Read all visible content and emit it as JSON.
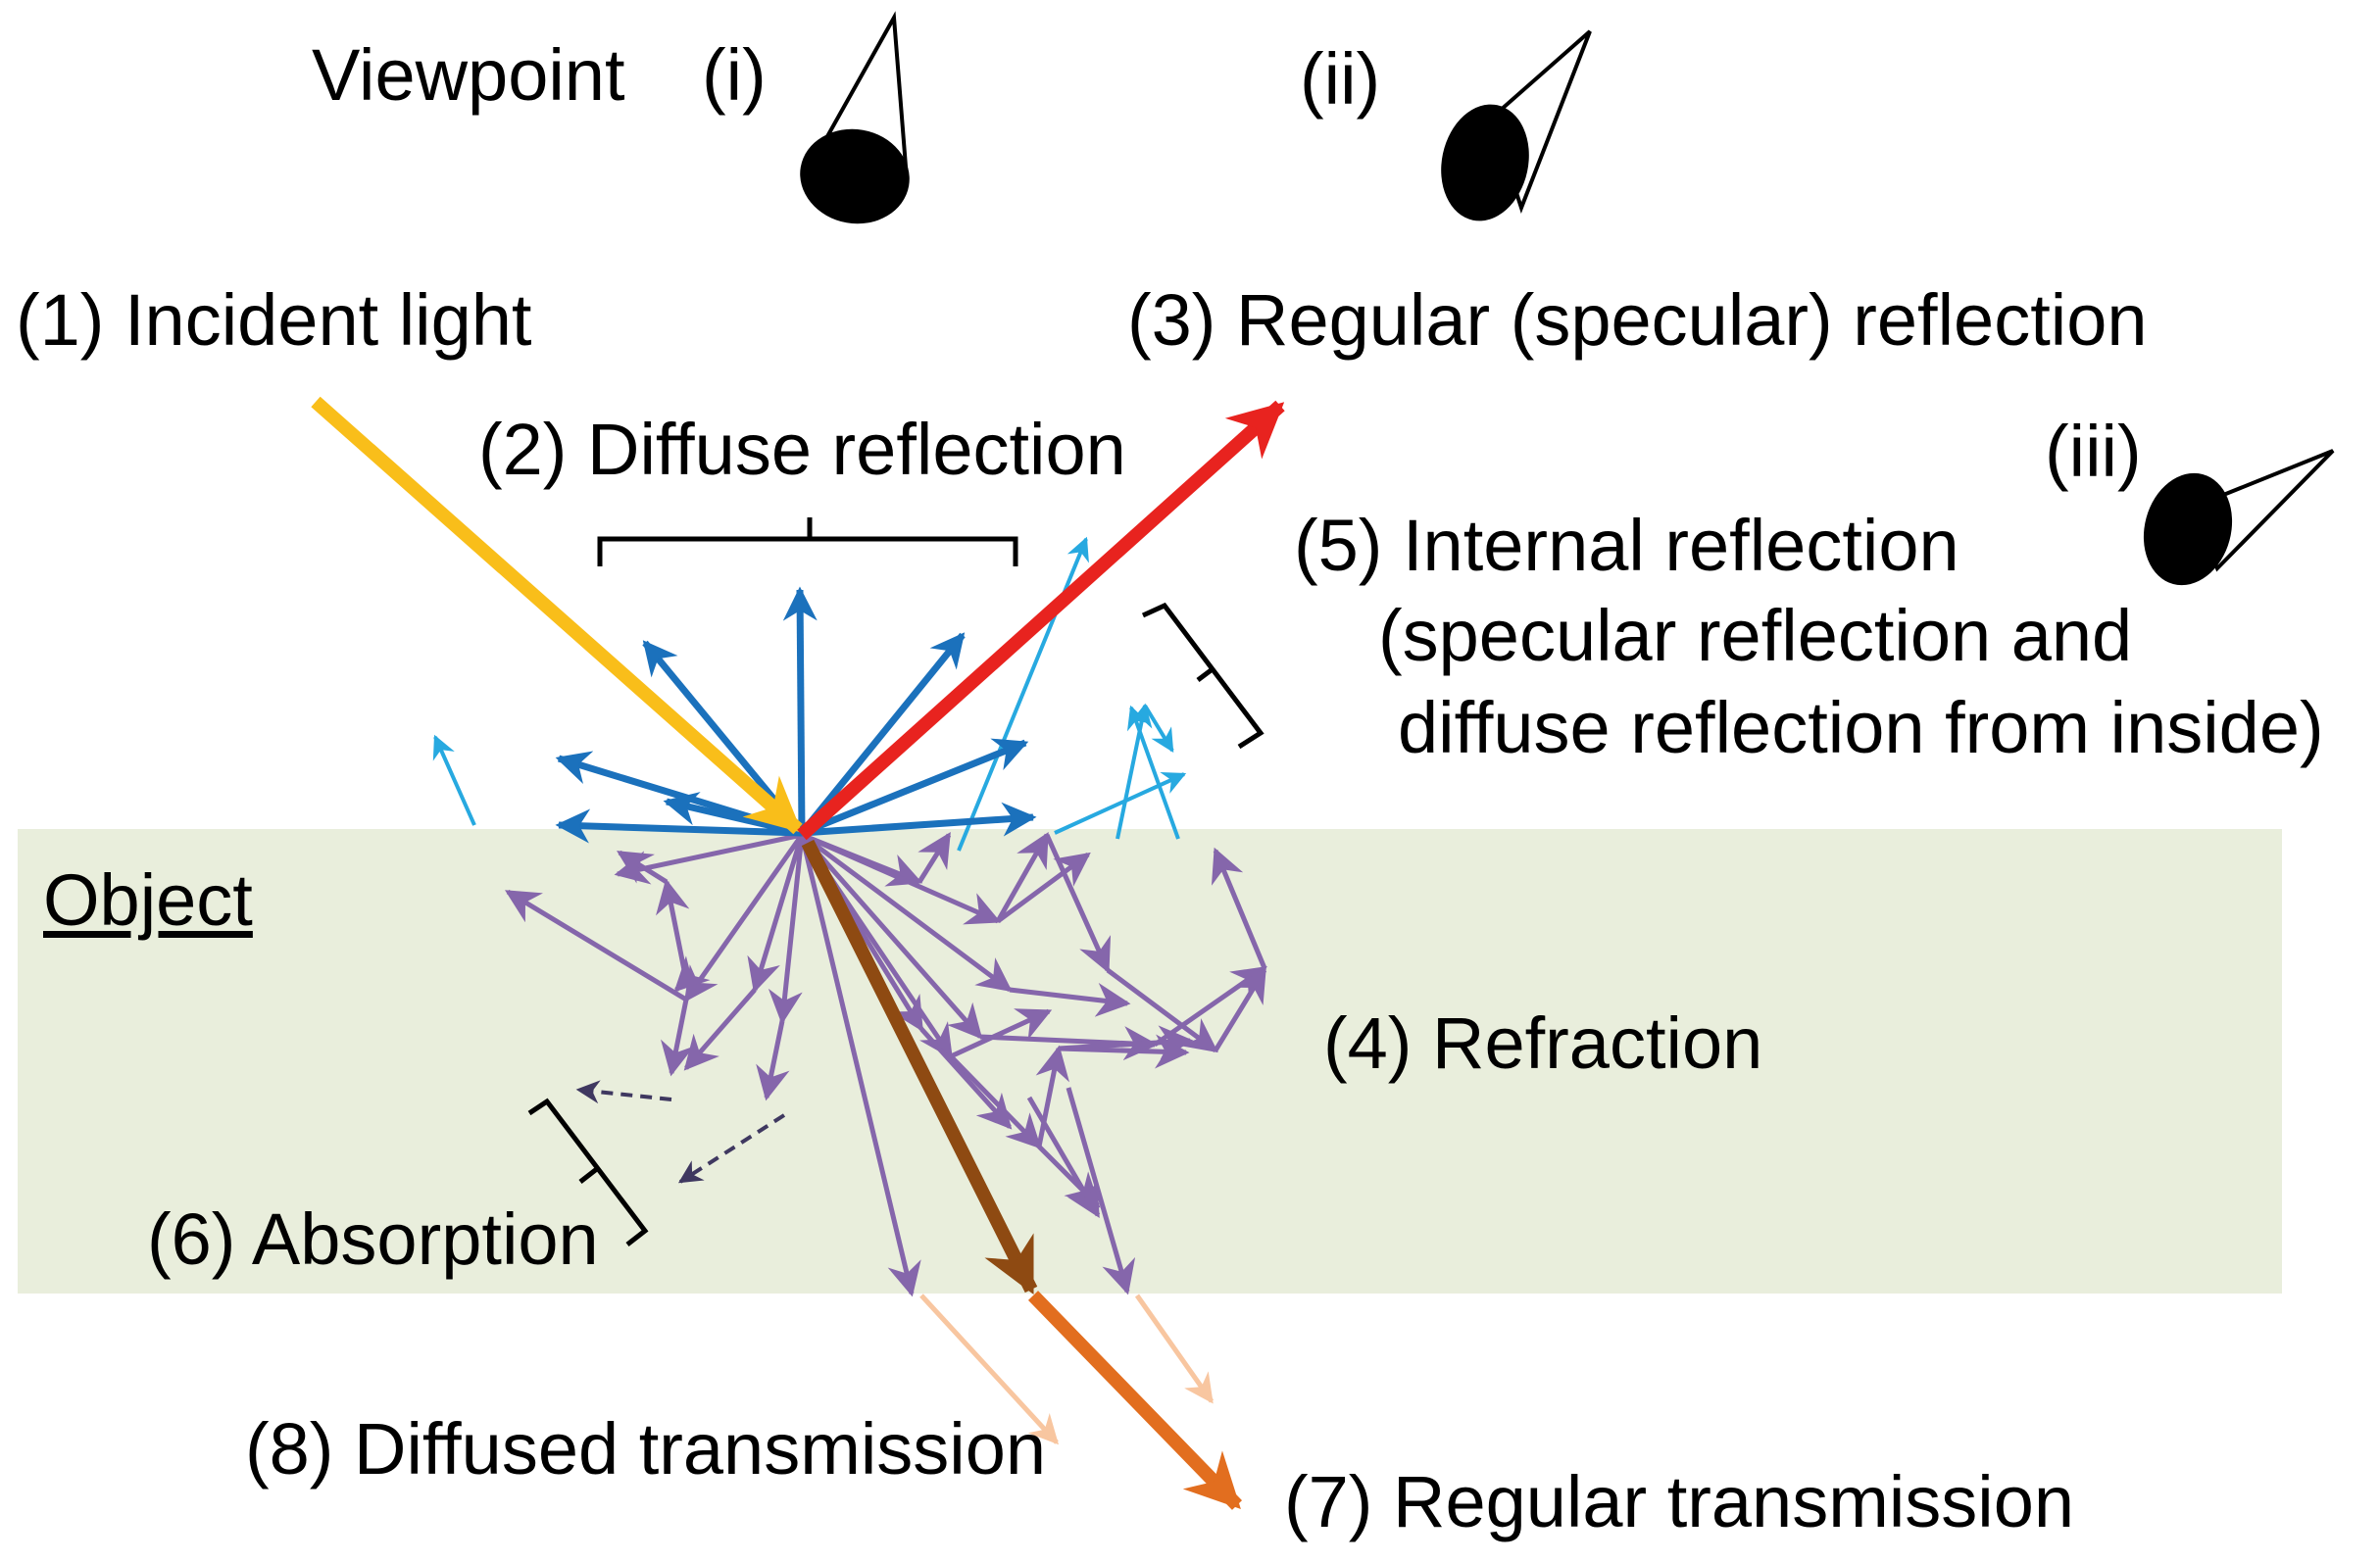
{
  "labels": {
    "viewpoint": "Viewpoint",
    "view_i": "(i)",
    "view_ii": "(ii)",
    "view_iii": "(iii)",
    "incident": "(1) Incident light",
    "diffuse_reflection": "(2) Diffuse reflection",
    "specular_reflection": "(3) Regular (specular) reflection",
    "refraction": "(4) Refraction",
    "internal_1": "(5) Internal reflection",
    "internal_2": "(specular reflection and",
    "internal_3": "diffuse reflection from inside)",
    "absorption": "(6) Absorption",
    "regular_transmission": "(7) Regular transmission",
    "diffused_transmission": "(8) Diffused transmission",
    "object": "Object"
  },
  "colors": {
    "object_fill": "#E9EEDC",
    "incident": "#F9BE1A",
    "specular": "#E8231F",
    "diffuse": "#1B71BC",
    "internal": "#27A9E0",
    "refraction": "#8566AB",
    "absorption": "#3F3860",
    "regular_transmission_inner": "#8E4A12",
    "regular_transmission_outer": "#E26E1F",
    "diffused_transmission": "#F8C6A0"
  }
}
